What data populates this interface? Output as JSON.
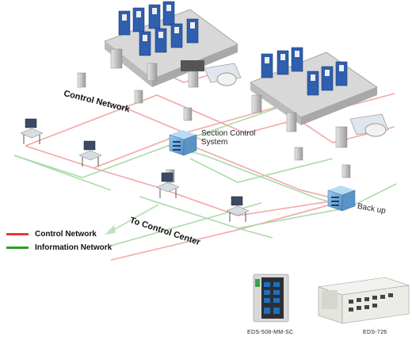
{
  "labels": {
    "control_network": "Control Network",
    "section_control_line1": "Section Control",
    "section_control_line2": "System",
    "back_up": "Back up",
    "to_control_center": "To Control Center"
  },
  "legend": [
    {
      "label": "Control Network",
      "color": "#e8393a"
    },
    {
      "label": "Information Network",
      "color": "#2aa02a"
    }
  ],
  "devices": {
    "eds_508": "EDS-508-MM-SC",
    "eds_726": "EDS-726"
  },
  "colors": {
    "control_line": "#f2a8a8",
    "info_line": "#a9dba9",
    "box_blue": "#6aa6d6",
    "press_blue": "#2f5fae"
  }
}
